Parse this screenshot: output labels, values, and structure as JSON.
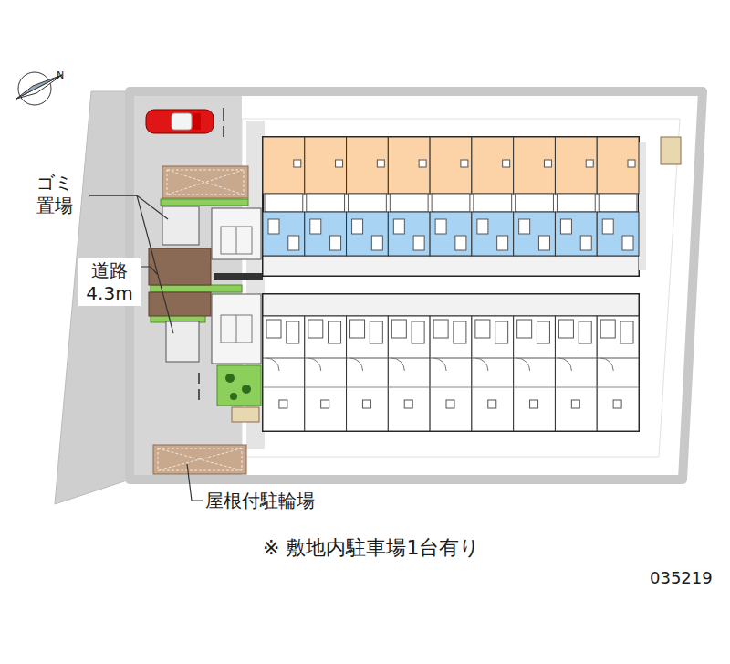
{
  "diagram": {
    "labels": [
      "N",
      "ゴミ 置場",
      "道路 4.3m",
      "屋根付駐輪場",
      "※ 敷地内駐車場1台有り",
      "035219"
    ]
  }
}
